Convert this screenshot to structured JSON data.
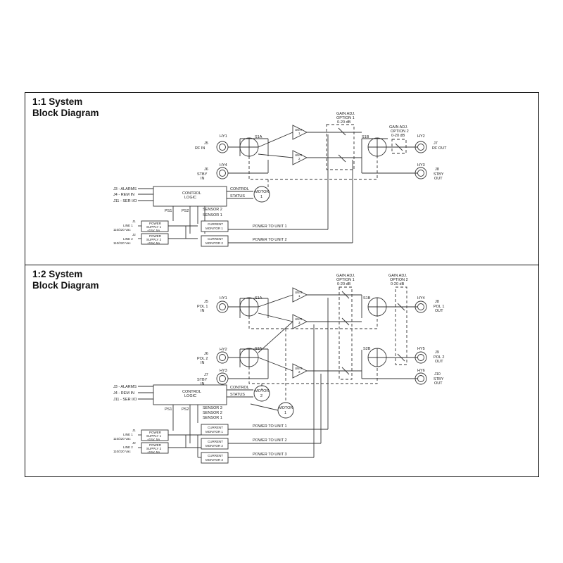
{
  "panels": [
    {
      "title_line1": "1:1 System",
      "title_line2": "Block Diagram",
      "labels": {
        "hy1": "HY1",
        "j5": "J5",
        "rf_in": "RF IN",
        "hy4": "HY4",
        "j6": "J6",
        "stby_in": "STBY",
        "stby_in2": "IN",
        "s1a": "S1A",
        "s1b": "S1B",
        "unit1": "UNIT",
        "unit1n": "1",
        "unit2": "UNIT",
        "unit2n": "2",
        "gain1_l1": "GAIN ADJ.",
        "gain1_l2": "OPTION 1",
        "gain1_l3": "0-20 dB",
        "gain2_l1": "GAIN ADJ.",
        "gain2_l2": "OPTION 2",
        "gain2_l3": "0-20 dB",
        "hy2": "HY2",
        "j7": "J7",
        "rf_out": "RF OUT",
        "hy3": "HY3",
        "j8": "J8",
        "stby_out": "STBY",
        "stby_out2": "OUT",
        "j3": "J3 - ALARMS",
        "j4": "J4 - REM IN",
        "j11": "J11 - SER I/O",
        "control_logic1": "CONTROL",
        "control_logic2": "LOGIC",
        "control": "CONTROL",
        "status": "STATUS",
        "motor": "MOTOR",
        "motor_n": "1",
        "ps1": "PS1",
        "ps2": "PS2",
        "sensor2": "SENSOR 2",
        "sensor1": "SENSOR 1",
        "line1_j1": "J1",
        "line1": "LINE 1",
        "line1_v": "110/220 Vac",
        "line2_j2": "J2",
        "line2": "LINE 2",
        "line2_v": "110/220 Vac",
        "psu1_l1": "POWER",
        "psu1_l2": "SUPPLY 1",
        "psu1_l3": "+15V, 5A",
        "psu2_l1": "POWER",
        "psu2_l2": "SUPPLY 2",
        "psu2_l3": "+15V, 5A",
        "cm1_l1": "CURRENT",
        "cm1_l2": "MONITOR 1",
        "cm2_l1": "CURRENT",
        "cm2_l2": "MONITOR 2",
        "ptu1": "POWER TO UNIT 1",
        "ptu2": "POWER TO UNIT 2"
      }
    },
    {
      "title_line1": "1:2 System",
      "title_line2": "Block Diagram",
      "labels": {
        "hy1": "HY1",
        "j5": "J5",
        "pol1_in": "POL 1",
        "pol1_in2": "IN",
        "hy2": "HY2",
        "j6": "J6",
        "pol2_in": "POL 2",
        "pol2_in2": "IN",
        "hy3": "HY3",
        "j7": "J7",
        "stby_in": "STBY",
        "stby_in2": "IN",
        "s1a": "S1A",
        "s2a": "S2A",
        "s1b": "S1B",
        "s2b": "S2B",
        "unit1": "UNIT",
        "unit1n": "1",
        "unit3": "UNIT",
        "unit3n": "3",
        "unit2": "UNIT",
        "unit2n": "2",
        "gain1_l1": "GAIN ADJ.",
        "gain1_l2": "OPTION 1",
        "gain1_l3": "0-20 dB",
        "gain2_l1": "GAIN ADJ.",
        "gain2_l2": "OPTION 2",
        "gain2_l3": "0-20 dB",
        "hy4": "HY4",
        "j8": "J8",
        "pol1_out": "POL 1",
        "pol1_out2": "OUT",
        "hy5": "HY5",
        "j9": "J9",
        "pol2_out": "POL 2",
        "pol2_out2": "OUT",
        "hy6": "HY6",
        "j10": "J10",
        "stby_out": "STBY",
        "stby_out2": "OUT",
        "j3": "J3 - ALARMS",
        "j4": "J4 - REM IN",
        "j11": "J11 - SER I/O",
        "control_logic1": "CONTROL",
        "control_logic2": "LOGIC",
        "control": "CONTROL",
        "status": "STATUS",
        "motor2": "MOTOR",
        "motor2_n": "2",
        "motor1": "MOTOR",
        "motor1_n": "1",
        "ps1": "PS1",
        "ps2": "PS2",
        "sensor3": "SENSOR 3",
        "sensor2": "SENSOR 2",
        "sensor1": "SENSOR 1",
        "line1_j1": "J1",
        "line1": "LINE 1",
        "line1_v": "110/220 Vac",
        "line2_j2": "J2",
        "line2": "LINE 2",
        "line2_v": "110/220 Vac",
        "psu1_l1": "POWER",
        "psu1_l2": "SUPPLY 1",
        "psu1_l3": "+15V, 5A",
        "psu2_l1": "POWER",
        "psu2_l2": "SUPPLY 2",
        "psu2_l3": "+15V, 5A",
        "cm1_l1": "CURRENT",
        "cm1_l2": "MONITOR 1",
        "cm2_l1": "CURRENT",
        "cm2_l2": "MONITOR 2",
        "cm3_l1": "CURRENT",
        "cm3_l2": "MONITOR 3",
        "ptu1": "POWER TO UNIT 1",
        "ptu2": "POWER TO UNIT 2",
        "ptu3": "POWER TO UNIT 3"
      }
    }
  ]
}
